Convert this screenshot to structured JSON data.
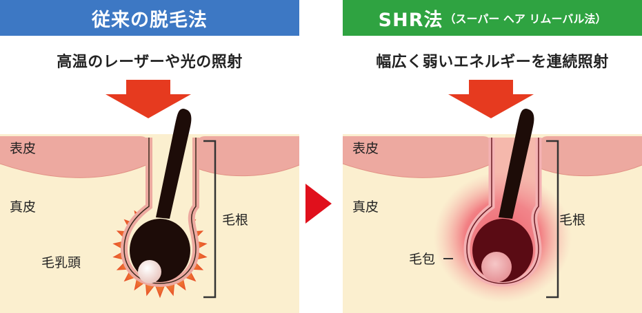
{
  "left_panel": {
    "title": "従来の脱毛法",
    "subtitle": "高温のレーザーや光の照射",
    "labels": {
      "epidermis": "表皮",
      "dermis": "真皮",
      "hair_root": "毛根",
      "papilla": "毛乳頭"
    }
  },
  "right_panel": {
    "title_main": "SHR法",
    "title_sub": "（スーパー ヘア リムーバル法）",
    "subtitle": "幅広く弱いエネルギーを連続照射",
    "labels": {
      "epidermis": "表皮",
      "dermis": "真皮",
      "hair_root": "毛根",
      "follicle": "毛包"
    }
  },
  "colors": {
    "left_banner": "#3d78c4",
    "right_banner": "#2fa341",
    "arrow": "#e63a1f",
    "epidermis": "#eda9a0",
    "dermis": "#fbefcf",
    "center_arrow": "#e0101c"
  }
}
